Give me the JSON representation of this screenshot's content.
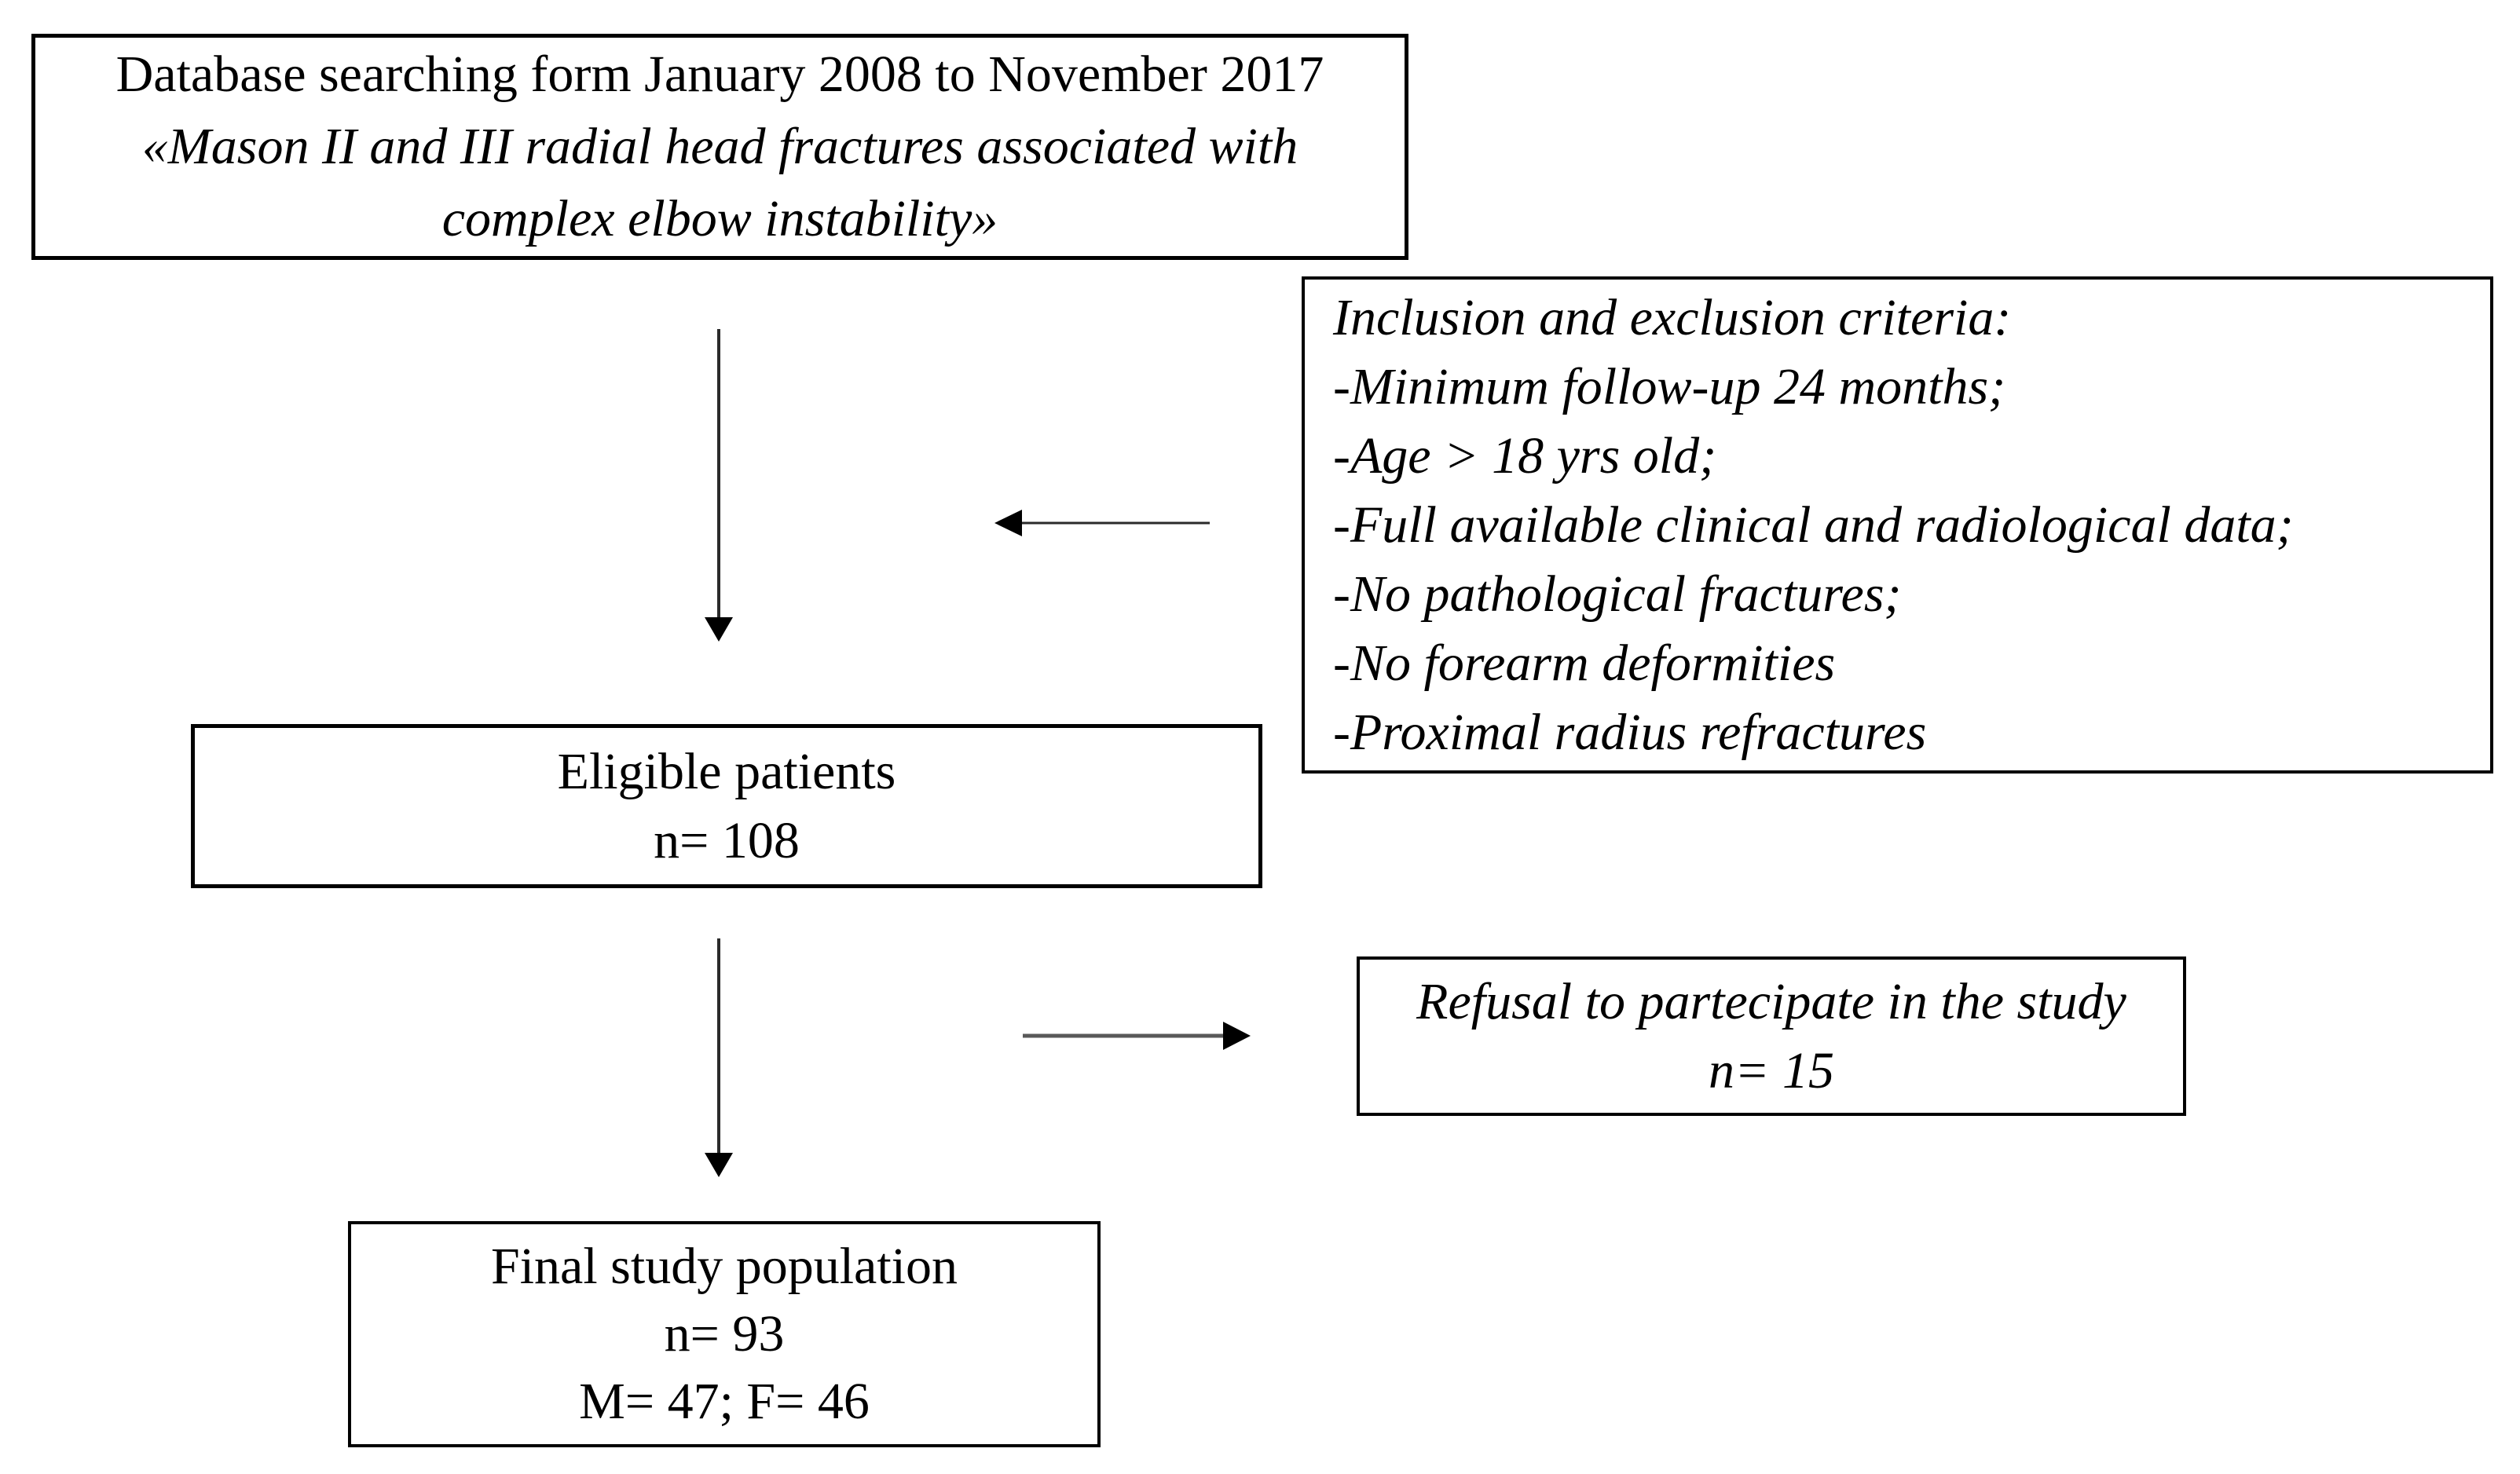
{
  "figure": {
    "type": "study-flow-diagram",
    "background": "#ffffff"
  },
  "colors": {
    "border": "#000000",
    "text": "#000000",
    "arrow": "#2a2a2a",
    "arrow_gray": "#595959"
  },
  "boxes": {
    "database": {
      "title": "Database searching form January 2008 to November 2017",
      "quote_line1": "«Mason II and III radial head fractures associated with",
      "quote_line2": "complex elbow instability»"
    },
    "criteria": {
      "title": "Inclusion and exclusion criteria:",
      "items": [
        "-Minimum follow-up 24 months;",
        "-Age > 18 yrs old;",
        "-Full available clinical and radiological data;",
        "-No pathological fractures;",
        "-No forearm deformities",
        "-Proximal radius refractures"
      ]
    },
    "eligible": {
      "line1": "Eligible patients",
      "count": "n= 108"
    },
    "refusal": {
      "line1": "Refusal to partecipate in the study",
      "count": "n= 15"
    },
    "final": {
      "line1": "Final study population",
      "count": "n= 93",
      "sex_split": "M= 47; F= 46"
    }
  }
}
